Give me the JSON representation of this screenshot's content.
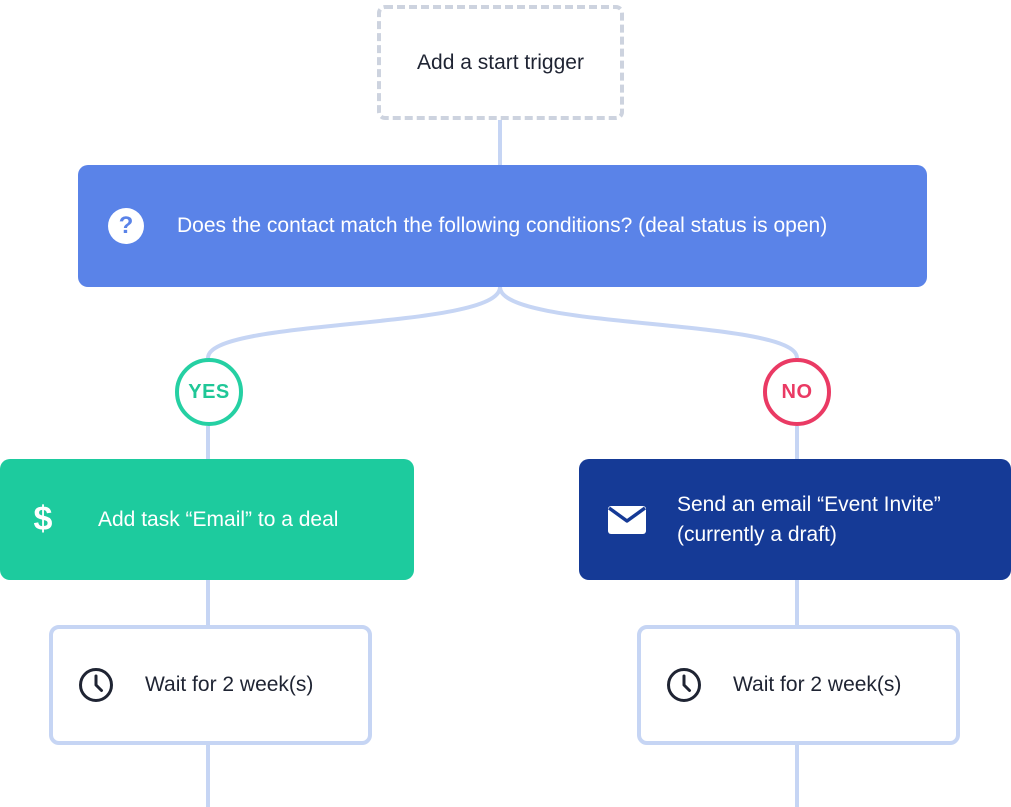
{
  "trigger": {
    "label": "Add a start trigger"
  },
  "condition": {
    "text": "Does the contact match the following conditions? (deal status is open)",
    "icon": "question-icon"
  },
  "branches": {
    "yes": {
      "badge": "YES",
      "color": "#1fc797"
    },
    "no": {
      "badge": "NO",
      "color": "#ea3a64"
    }
  },
  "actions": {
    "yes": {
      "text": "Add task “Email” to a deal",
      "icon": "dollar-icon",
      "color": "#1dcb9e"
    },
    "no": {
      "text": "Send an email “Event Invite” (currently a draft)",
      "icon": "envelope-icon",
      "color": "#153a96"
    }
  },
  "waits": {
    "left": {
      "text": "Wait for 2 week(s)",
      "icon": "clock-icon"
    },
    "right": {
      "text": "Wait for 2 week(s)",
      "icon": "clock-icon"
    }
  },
  "colors": {
    "connector": "#c6d5f4",
    "condition_bg": "#5a83e8",
    "trigger_border": "#cdd3df"
  }
}
